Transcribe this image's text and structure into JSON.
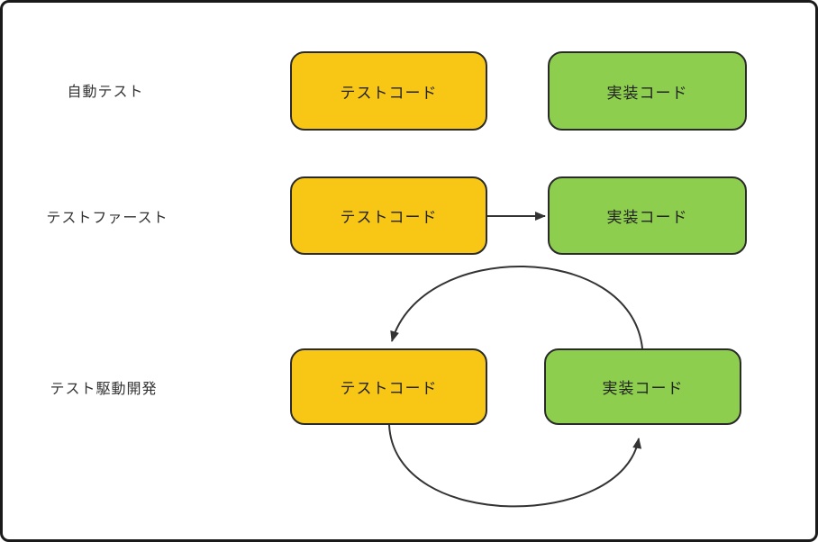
{
  "diagram": {
    "colors": {
      "canvas_background": "#ffffff",
      "canvas_border": "#1a1a1a",
      "test_code_fill": "#f8c716",
      "impl_code_fill": "#8dce4e",
      "node_border": "#2a2a2a",
      "node_text": "#222222",
      "label_text": "#333333",
      "arrow": "#333333"
    },
    "rows": [
      {
        "label": "自動テスト",
        "test_node": "テストコード",
        "impl_node": "実装コード"
      },
      {
        "label": "テストファースト",
        "test_node": "テストコード",
        "impl_node": "実装コード"
      },
      {
        "label": "テスト駆動開発",
        "test_node": "テストコード",
        "impl_node": "実装コード"
      }
    ],
    "connections": [
      {
        "row": "テストファースト",
        "type": "straight-arrow",
        "from": "テストコード",
        "to": "実装コード"
      },
      {
        "row": "テスト駆動開発",
        "type": "curved-arrow",
        "from": "実装コード",
        "to": "テストコード"
      },
      {
        "row": "テスト駆動開発",
        "type": "curved-arrow",
        "from": "テストコード",
        "to": "実装コード"
      }
    ]
  }
}
